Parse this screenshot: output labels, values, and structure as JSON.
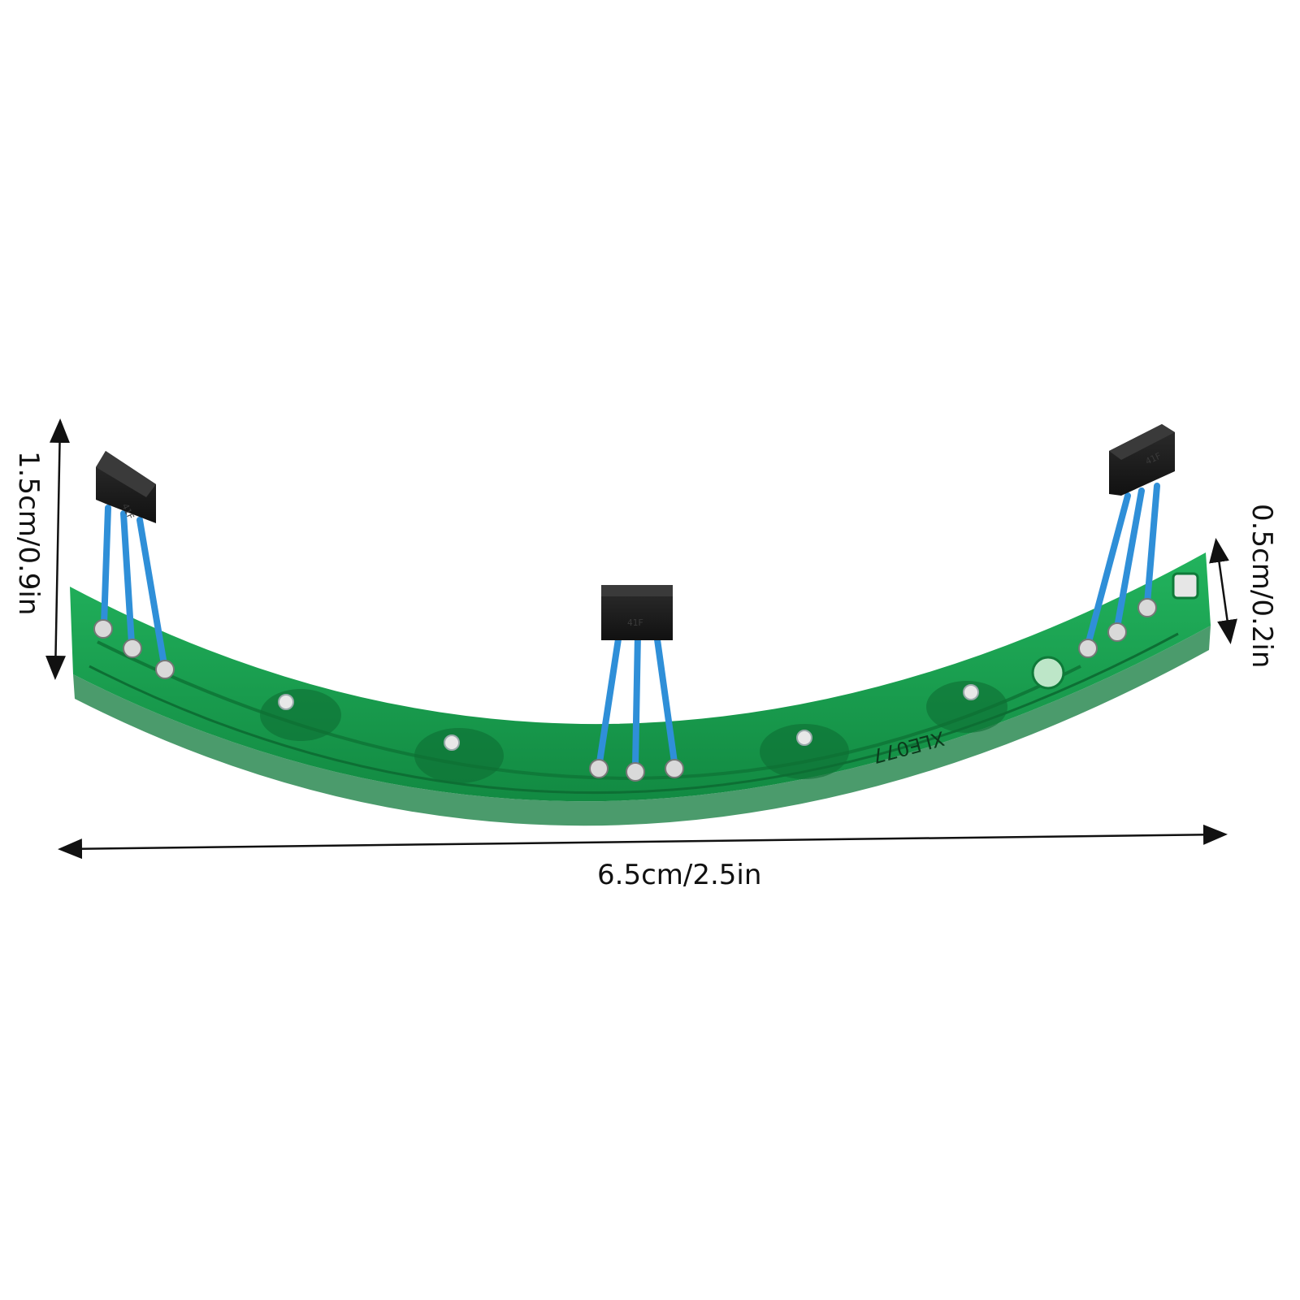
{
  "dimensions": {
    "width_label": "6.5cm/2.5in",
    "height_label": "1.5cm/0.9in",
    "thickness_label": "0.5cm/0.2in"
  },
  "board": {
    "silkscreen_text": "XLE077",
    "board_color": "#1aa452",
    "lead_color": "#2f8fd8",
    "sensor_color": "#1b1b1b"
  },
  "sensors": {
    "left_marking": "41F",
    "center_marking": "41F",
    "right_marking": "41F"
  },
  "arrow_color": "#111111"
}
